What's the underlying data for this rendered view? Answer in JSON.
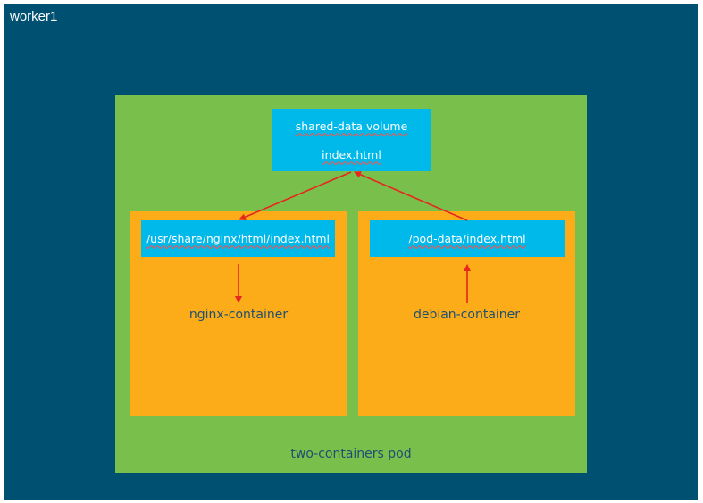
{
  "node": {
    "label": "worker1"
  },
  "pod": {
    "label": "two-containers pod",
    "volume": {
      "title": "shared-data volume",
      "file": "index.html"
    },
    "containers": [
      {
        "name": "nginx-container",
        "mount_path": "/usr/share/nginx/html/index.html",
        "flow": "reads-from-volume"
      },
      {
        "name": "debian-container",
        "mount_path": "/pod-data/index.html",
        "flow": "writes-to-volume"
      }
    ]
  },
  "colors": {
    "node_bg": "#005072",
    "pod_bg": "#79bf4b",
    "container_bg": "#fbac18",
    "volume_bg": "#00b9eb",
    "arrow": "#e8251f",
    "label_text": "#1d4f73"
  }
}
